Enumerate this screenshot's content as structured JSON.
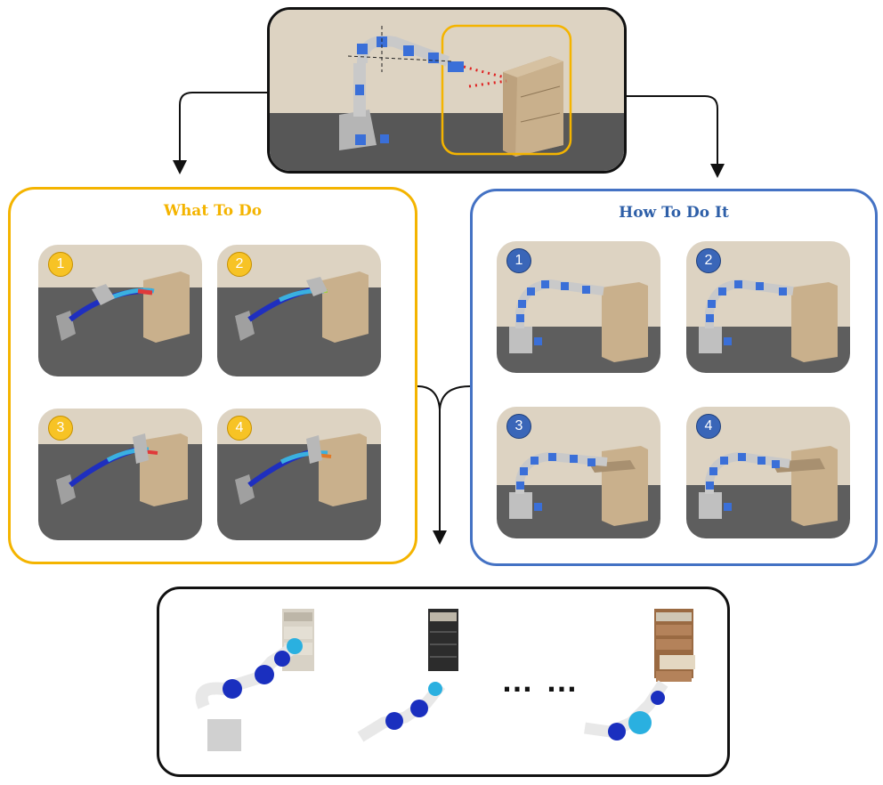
{
  "what_panel": {
    "title": "What To Do",
    "steps": [
      "1",
      "2",
      "3",
      "4"
    ]
  },
  "how_panel": {
    "title": "How To Do It",
    "steps": [
      "1",
      "2",
      "3",
      "4"
    ]
  },
  "bottom": {
    "ellipsis": "…  …"
  },
  "colors": {
    "what_accent": "#f4b400",
    "how_accent": "#4472c4",
    "outline": "#111111",
    "robot_blue": "#3a6fd8",
    "cabinet": "#c9b08c"
  }
}
